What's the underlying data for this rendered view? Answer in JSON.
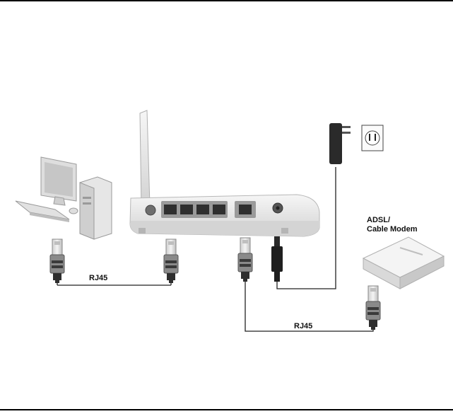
{
  "labels": {
    "rj45_left": "RJ45",
    "rj45_right": "RJ45",
    "modem_line1": "ADSL/",
    "modem_line2": "Cable Modem"
  },
  "icons": {
    "computer": "desktop-computer-icon",
    "router": "wireless-router-icon",
    "modem": "adsl-cable-modem-icon",
    "connector": "rj45-connector-icon",
    "power_adapter": "power-adapter-icon",
    "outlet": "wall-outlet-icon"
  },
  "colors": {
    "line": "#222222",
    "device_body": "#e9e9e9",
    "device_shadow": "#bdbdbd",
    "connector_dark": "#2e2e2e",
    "connector_mid": "#8a8a8a"
  }
}
